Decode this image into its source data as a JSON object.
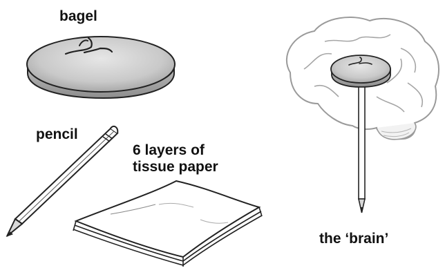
{
  "labels": {
    "bagel": "bagel",
    "pencil": "pencil",
    "tissue_line1": "6 layers of",
    "tissue_line2": "tissue paper",
    "brain": "the ‘brain’"
  }
}
